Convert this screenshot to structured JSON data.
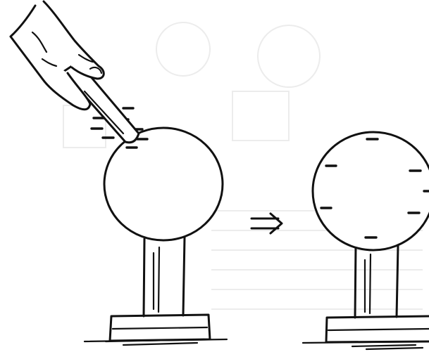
{
  "figure": {
    "left_sphere_charges": 8,
    "right_sphere_charges": 7,
    "charge_symbol": "minus"
  }
}
